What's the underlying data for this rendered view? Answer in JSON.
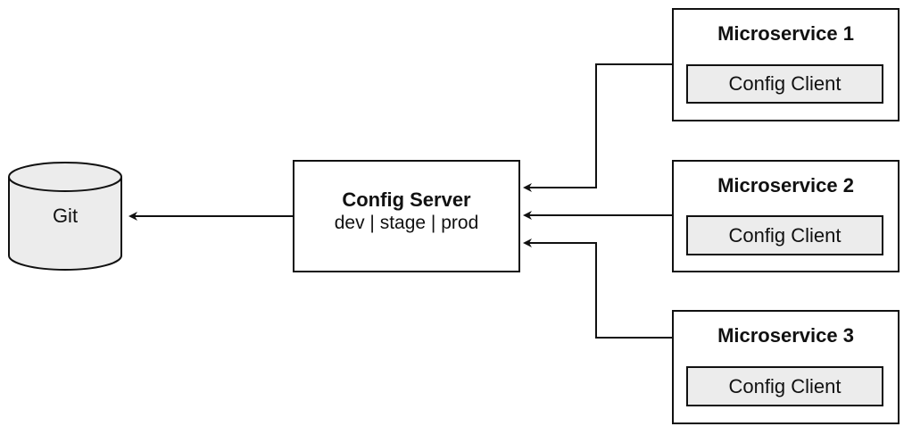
{
  "git": {
    "label": "Git"
  },
  "config_server": {
    "title": "Config Server",
    "environments": "dev | stage | prod"
  },
  "microservices": [
    {
      "title": "Microservice 1",
      "client_label": "Config Client"
    },
    {
      "title": "Microservice 2",
      "client_label": "Config Client"
    },
    {
      "title": "Microservice 3",
      "client_label": "Config Client"
    }
  ]
}
